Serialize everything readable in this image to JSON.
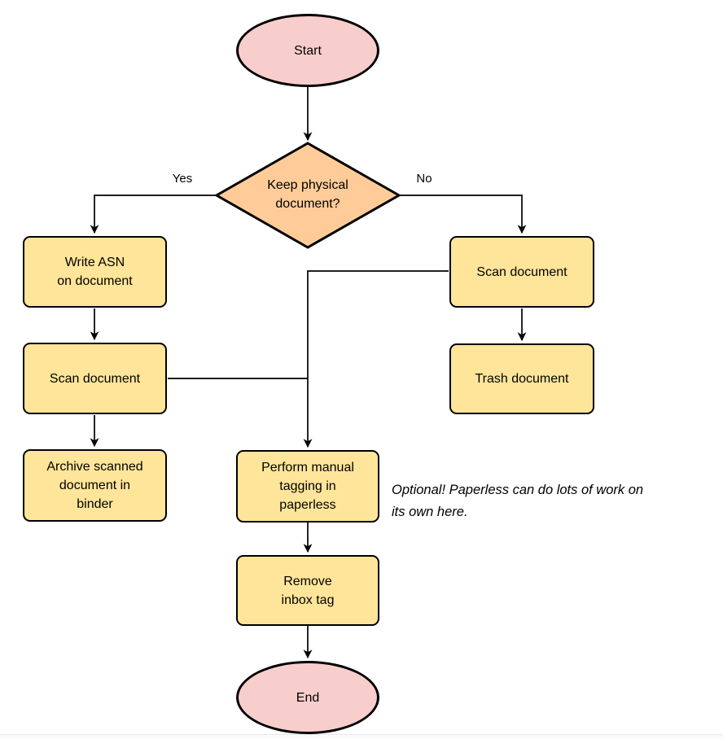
{
  "diagram": {
    "type": "flowchart",
    "colors": {
      "terminator_fill": "#f8cecc",
      "decision_fill": "#ffcc99",
      "process_fill": "#ffe599",
      "stroke": "#000000"
    },
    "nodes": {
      "start": {
        "label": [
          "Start"
        ]
      },
      "decision": {
        "label": [
          "Keep physical",
          "document?"
        ]
      },
      "write_asn": {
        "label": [
          "Write ASN",
          "on document"
        ]
      },
      "scan_left": {
        "label": [
          "Scan document"
        ]
      },
      "archive": {
        "label": [
          "Archive scanned",
          "document in",
          "binder"
        ]
      },
      "scan_right": {
        "label": [
          "Scan document"
        ]
      },
      "trash": {
        "label": [
          "Trash document"
        ]
      },
      "manual_tagging": {
        "label": [
          "Perform manual",
          "tagging in",
          "paperless"
        ]
      },
      "remove_inbox_tag": {
        "label": [
          "Remove",
          "inbox tag"
        ]
      },
      "end": {
        "label": [
          "End"
        ]
      }
    },
    "edge_labels": {
      "yes": "Yes",
      "no": "No"
    },
    "annotation": {
      "lines": [
        "Optional! Paperless can do lots of work on",
        "its own here."
      ]
    }
  }
}
